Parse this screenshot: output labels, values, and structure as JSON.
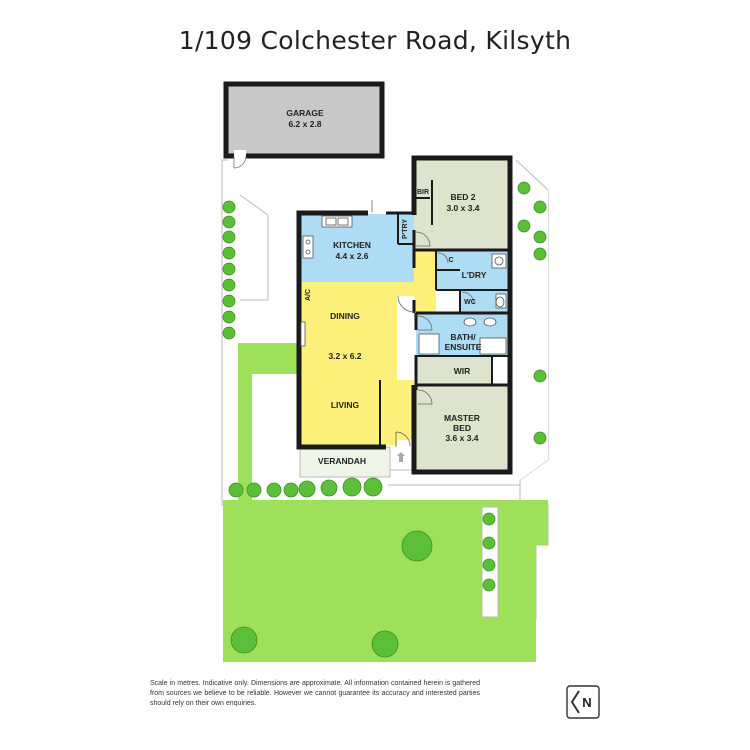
{
  "title": "1/109 Colchester Road, Kilsyth",
  "rooms": {
    "garage": {
      "name": "GARAGE",
      "size": "6.2 x 2.8"
    },
    "bed2": {
      "name": "BED 2",
      "size": "3.0 x 3.4"
    },
    "bir": "BIR",
    "pantry": "P'TRY",
    "kitchen": {
      "name": "KITCHEN",
      "size": "4.4 x 2.6"
    },
    "cupboard": "C",
    "laundry": "L'DRY",
    "wc": "WC",
    "ac": "A/C",
    "dining": "DINING",
    "dining_size": "3.2 x 6.2",
    "living": "LIVING",
    "bath": {
      "line1": "BATH/",
      "line2": "ENSUITE"
    },
    "wir": "WIR",
    "master": {
      "line1": "MASTER",
      "line2": "BED",
      "size": "3.6 x 3.4"
    },
    "verandah": "VERANDAH"
  },
  "disclaimer": "Scale in metres. Indicative only. Dimensions are approximate. All information contained herein is gathered from sources we believe to be reliable. However we cannot guarantee its accuracy and interested parties should rely on their own enquiries.",
  "north_label": "N",
  "colors": {
    "lawn": "#9fe05a",
    "yellow": "#fdf07b",
    "blue": "#aedcf4",
    "beige": "#dde3cc",
    "garage": "#c8c8c8",
    "wall": "#1a1a1a",
    "tree": "#5cbf3a"
  }
}
